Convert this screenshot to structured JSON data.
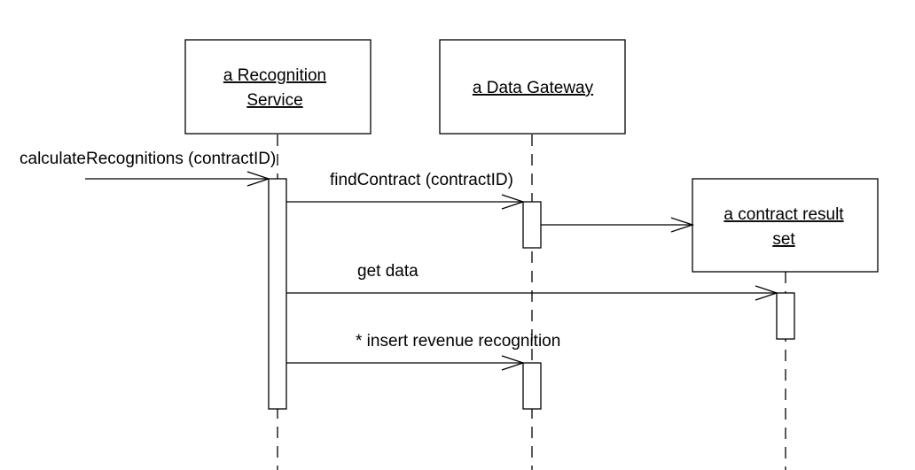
{
  "participants": {
    "recognition_service": {
      "line1": "a Recognition",
      "line2": "Service"
    },
    "data_gateway": {
      "line1": "a Data Gateway"
    },
    "contract_result_set": {
      "line1": "a contract result",
      "line2": "set"
    }
  },
  "messages": {
    "calculate_recognitions": "calculateRecognitions (contractID)",
    "find_contract": "findContract (contractID)",
    "get_data": "get data",
    "insert_revenue_recognition": "* insert revenue recognition"
  }
}
